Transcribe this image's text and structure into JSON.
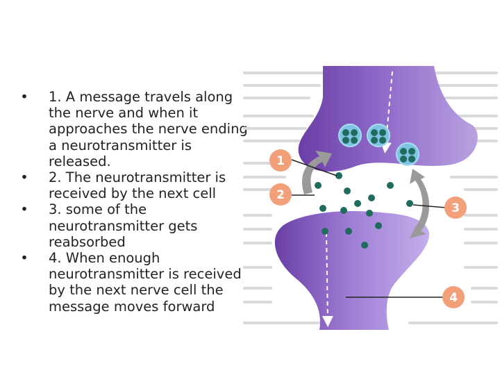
{
  "bullets": [
    "1. A message travels along the nerve and when it approaches the nerve ending a neurotransmitter is released.",
    "2. The neurotransmitter is received by the next cell",
    "3. some of the neurotransmitter gets reabsorbed",
    "4. When enough neurotransmitter is received by the next nerve cell the message moves forward"
  ],
  "bullet_glyph": "•",
  "diagram": {
    "badges": [
      "1",
      "2",
      "3",
      "4"
    ],
    "colors": {
      "neuron": "#8a63c4",
      "neuron_dark": "#6a3ea6",
      "vesicle": "#7fc3e3",
      "molecule": "#1f6b5e",
      "badge": "#f2a07a",
      "arrow": "#9a9a9a"
    }
  }
}
